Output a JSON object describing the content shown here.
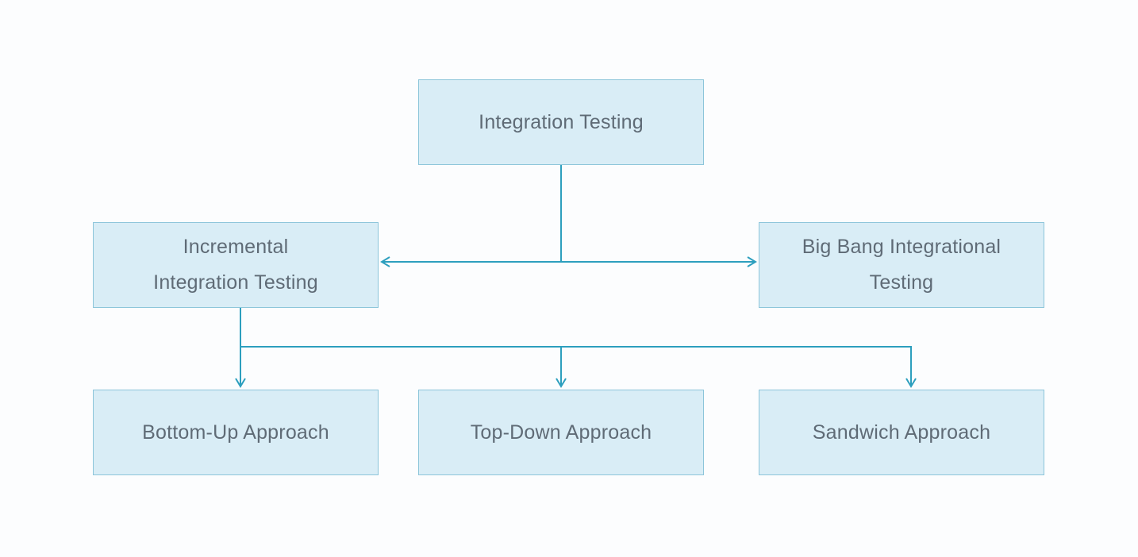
{
  "diagram_type": "flowchart",
  "nodes": {
    "root": {
      "label": "Integration Testing"
    },
    "incremental": {
      "label": "Incremental\nIntegration Testing"
    },
    "bigbang": {
      "label": "Big Bang Integrational\nTesting"
    },
    "bottom_up": {
      "label": "Bottom-Up Approach"
    },
    "top_down": {
      "label": "Top-Down Approach"
    },
    "sandwich": {
      "label": "Sandwich Approach"
    }
  },
  "edges": [
    {
      "from": "Integration Testing",
      "to": "Incremental Integration Testing",
      "arrow": true
    },
    {
      "from": "Integration Testing",
      "to": "Big Bang Integrational Testing",
      "arrow": true
    },
    {
      "from": "Incremental Integration Testing",
      "to": "Bottom-Up Approach",
      "arrow": true
    },
    {
      "from": "Incremental Integration Testing",
      "to": "Top-Down Approach",
      "arrow": true
    },
    {
      "from": "Incremental Integration Testing",
      "to": "Sandwich Approach",
      "arrow": true
    }
  ],
  "colors": {
    "background": "#fcfdfe",
    "node_fill": "#d9edf6",
    "node_border": "#8cc5da",
    "connector": "#2d9fbe",
    "text": "#5f6b76"
  }
}
